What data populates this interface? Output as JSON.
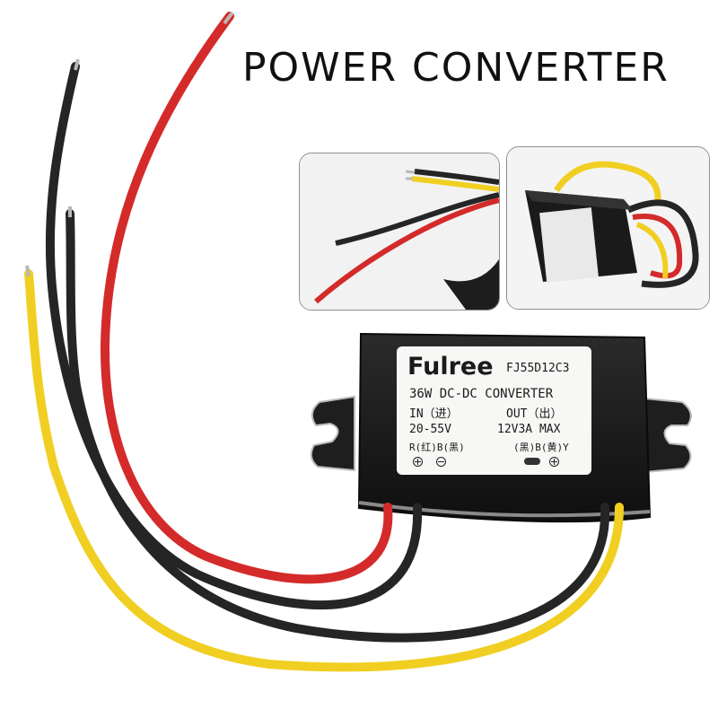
{
  "title": "POWER CONVERTER",
  "label": {
    "brand": "Fulree",
    "model": "FJ55D12C3",
    "spec": "36W DC-DC CONVERTER",
    "input_label": "IN（进）",
    "output_label": "OUT（出）",
    "input_range": "20-55V",
    "output_rating": "12V3A MAX",
    "input_wires": "R(红)B(黑)",
    "output_wires": "(黑)B(黄)Y"
  },
  "colors": {
    "red_wire": "#d42a2a",
    "black_wire": "#252525",
    "yellow_wire": "#f0cf22",
    "housing": "#1a1a1a",
    "label_bg": "#f7f7f5"
  },
  "icons": [
    "plus-terminal-icon",
    "minus-terminal-icon"
  ]
}
